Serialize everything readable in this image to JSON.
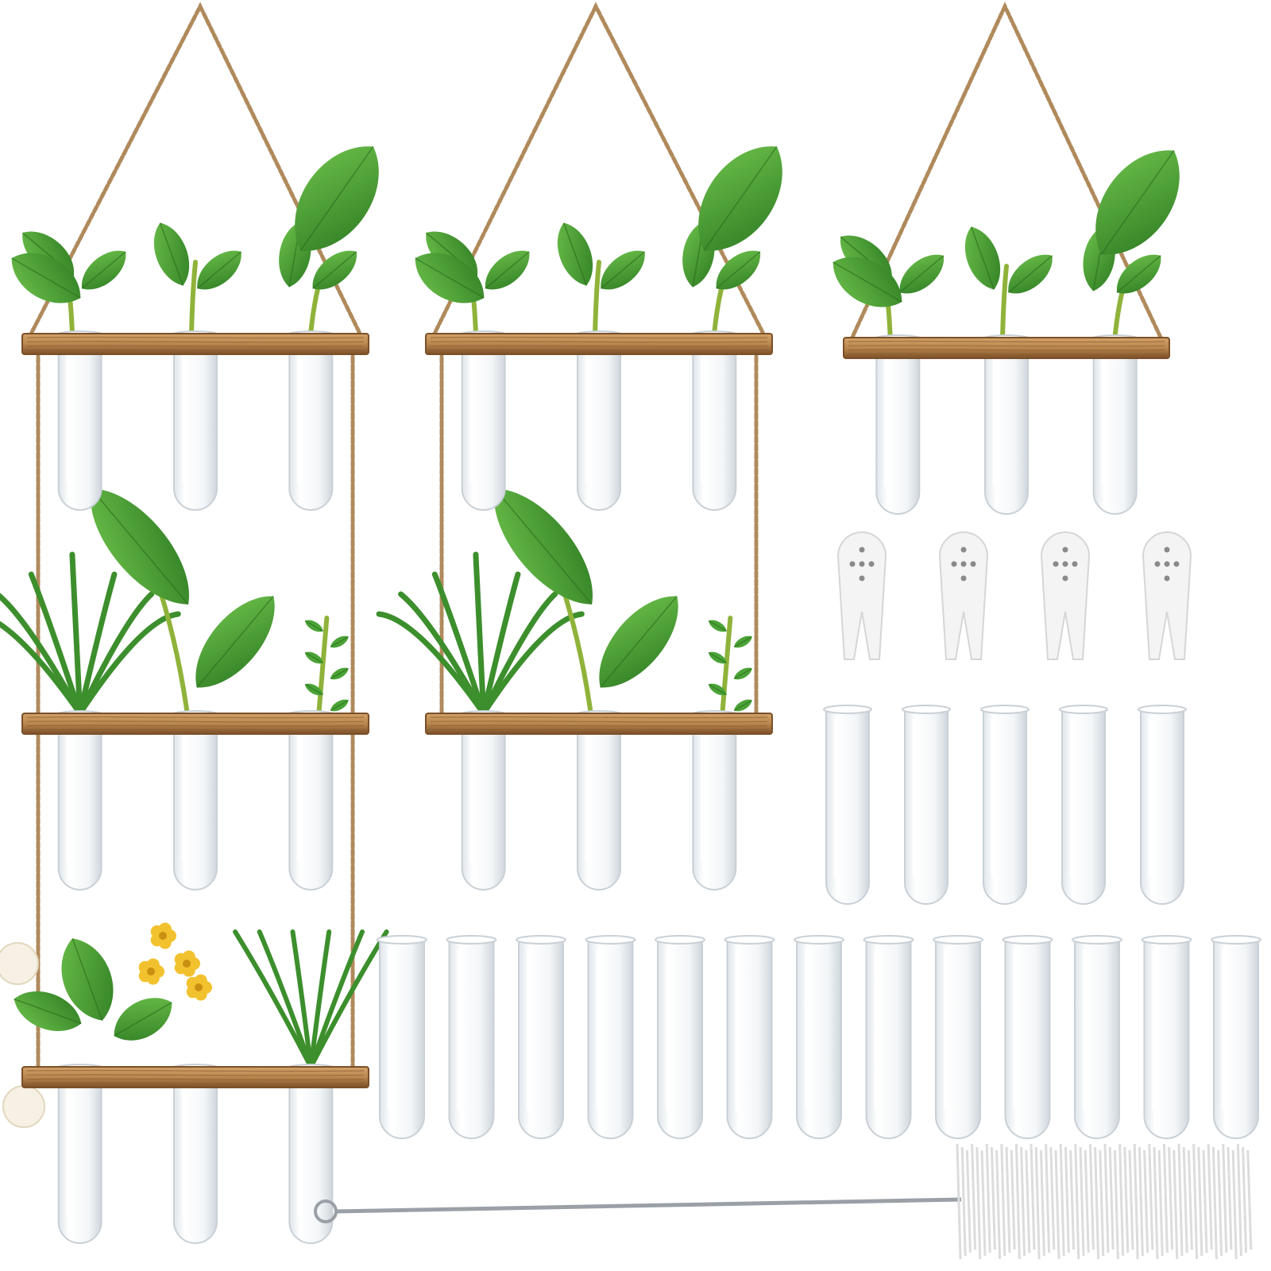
{
  "image": {
    "subject": "product-photo",
    "background": "#ffffff"
  },
  "colors": {
    "rope": "#b08a5c",
    "rope_dark": "#8c6a41",
    "wood": "#b9874f",
    "wood_dark": "#7b5028",
    "glass": "#eef1f3",
    "glass_edge": "#c9d0d6",
    "leaf": "#3f9a2f",
    "leaf_light": "#6cc04a",
    "stem": "#8fb33a",
    "hook": "#f4f4f4",
    "flower_yellow": "#f2c12e",
    "flower_white": "#f6f1e4",
    "brush_wire": "#9aa0a6",
    "bristle": "#f2f2f2"
  },
  "items": {
    "hangers": [
      {
        "kind": "three-tier-wall-hanger",
        "tiers": 3,
        "tubes_per_tier": 3
      },
      {
        "kind": "two-tier-wall-hanger",
        "tiers": 2,
        "tubes_per_tier": 3
      },
      {
        "kind": "one-tier-wall-hanger",
        "tiers": 1,
        "tubes_per_tier": 3
      }
    ],
    "wall_hooks": {
      "count": 4
    },
    "spare_tubes": {
      "count": 18
    },
    "cleaning_brush": {
      "count": 1
    }
  }
}
